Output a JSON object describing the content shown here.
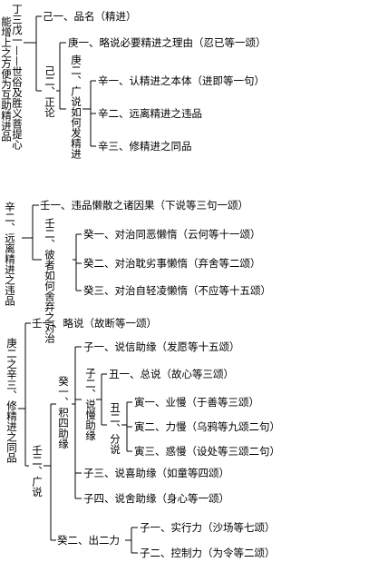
{
  "sec1": {
    "root_a": "丁三戊一——世俗及胜义菩提心",
    "root_b": "能增上之方便为互助精进品",
    "ji1": "己一、品名（精进）",
    "ji2": "己二、正论",
    "geng1": "庚一、略说必要精进之理由（忍已等一颂）",
    "geng2": "庚二、广说如何发精进",
    "xin1": "辛一、认精进之本体（进即等一句）",
    "xin2": "辛二、远离精进之违品",
    "xin3": "辛三、修精进之同品"
  },
  "sec2": {
    "root": "辛二、远离精进之违品",
    "ren1": "壬一、违品懒散之诸因果（下说等三句一颂）",
    "ren2": "壬二、彼者如何舍弃之对治",
    "gui1": "癸一、对治同恶懒惰（云何等十一颂）",
    "gui2": "癸二、对治耽劣事懒惰（弃舍等二颂）",
    "gui3": "癸三、对治自轻凌懒惰（不应等十五颂）"
  },
  "sec3": {
    "root": "庚二之辛三、修精进之同品",
    "ren1": "壬一、略说（故断等一颂）",
    "ren2": "壬二、广说",
    "gui1": "癸一、积四助缘",
    "gui2": "癸二、出二力",
    "zi1": "子一、说信助缘（发愿等十五颂）",
    "zi2": "子二、说慢助缘",
    "zi3": "子三、说喜助缘（如童等四颂）",
    "zi4": "子四、说舍助缘（身心等一颂）",
    "chou1": "丑一、总说（故心等三颂）",
    "chou2": "丑二、分说",
    "yin1": "寅一、业慢（于善等三颂）",
    "yin2": "寅二、力慢（乌鸦等九颂二句）",
    "yin3": "寅三、惑慢（设处等三颂二句）",
    "zi2_1": "子一、实行力（沙场等七颂）",
    "zi2_2": "子二、控制力（为令等二颂）"
  }
}
